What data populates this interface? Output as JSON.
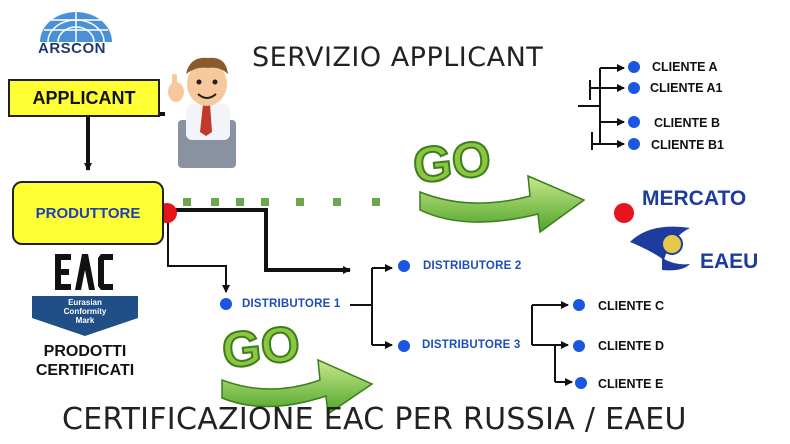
{
  "logo": {
    "text": "ARSCON"
  },
  "titles": {
    "top": "SERVIZIO APPLICANT",
    "bottom": "CERTIFICAZIONE EAC PER RUSSIA / EAEU"
  },
  "nodes": {
    "applicant": "APPLICANT",
    "produttore": "PRODUTTORE",
    "distributore_1": "DISTRIBUTORE 1",
    "distributore_2": "DISTRIBUTORE 2",
    "distributore_3": "DISTRIBUTORE 3"
  },
  "clients_top": [
    "CLIENTE A",
    "CLIENTE A1",
    "CLIENTE B",
    "CLIENTE B1"
  ],
  "clients_bottom": [
    "CLIENTE C",
    "CLIENTE D",
    "CLIENTE E"
  ],
  "go_labels": {
    "upper": "GO",
    "lower": "GO"
  },
  "market": {
    "line1": "MERCATO",
    "line2": "EAEU"
  },
  "eac_mark": {
    "symbol": "EAC",
    "line1": "Eurasian",
    "line2": "Conformity",
    "line3": "Mark"
  },
  "products": {
    "line1": "PRODOTTI",
    "line2": "CERTIFICATI"
  },
  "colors": {
    "yellow": "#ffff33",
    "blue_dot": "#1a56e0",
    "red_dot": "#e8141c",
    "go_green": "#7ac943",
    "dark_blue": "#1e3c9e"
  }
}
